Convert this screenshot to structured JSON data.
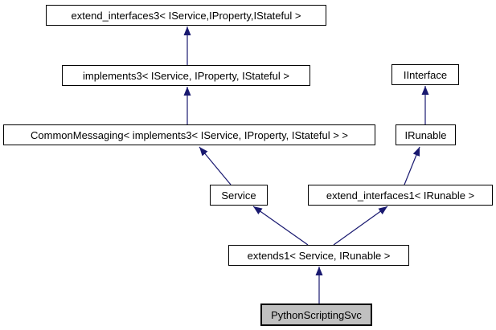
{
  "diagram_type": "class-inheritance-graph",
  "colors": {
    "arrow": "#191970",
    "node_border": "#000000",
    "node_fill": "#ffffff",
    "selected_node_fill": "#c0c0c0",
    "background": "#ffffff",
    "text": "#000000"
  },
  "nodes": [
    {
      "id": "extend_interfaces3",
      "label": "extend_interfaces3< IService,IProperty,IStateful >"
    },
    {
      "id": "implements3",
      "label": "implements3< IService, IProperty, IStateful >"
    },
    {
      "id": "common_messaging",
      "label": "CommonMessaging< implements3< IService, IProperty, IStateful > >"
    },
    {
      "id": "iinterface",
      "label": "IInterface"
    },
    {
      "id": "irunable",
      "label": "IRunable"
    },
    {
      "id": "service",
      "label": "Service"
    },
    {
      "id": "extend_interfaces1",
      "label": "extend_interfaces1< IRunable >"
    },
    {
      "id": "extends1",
      "label": "extends1< Service, IRunable >"
    },
    {
      "id": "python_scripting_svc",
      "label": "PythonScriptingSvc",
      "selected": true
    }
  ],
  "edges": [
    {
      "from": "implements3",
      "to": "extend_interfaces3"
    },
    {
      "from": "common_messaging",
      "to": "implements3"
    },
    {
      "from": "service",
      "to": "common_messaging"
    },
    {
      "from": "irunable",
      "to": "iinterface"
    },
    {
      "from": "extend_interfaces1",
      "to": "irunable"
    },
    {
      "from": "extends1",
      "to": "service"
    },
    {
      "from": "extends1",
      "to": "extend_interfaces1"
    },
    {
      "from": "python_scripting_svc",
      "to": "extends1"
    }
  ]
}
